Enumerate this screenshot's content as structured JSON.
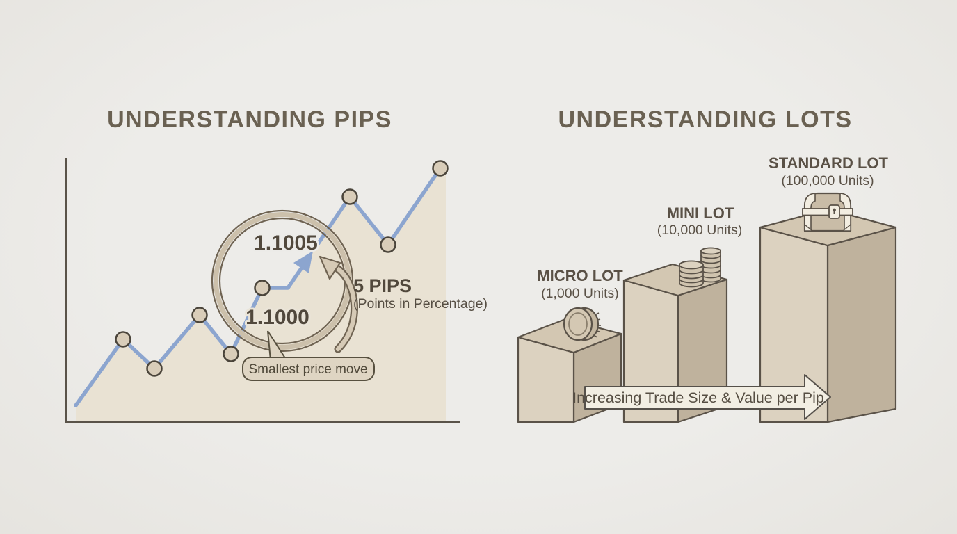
{
  "pips": {
    "title": "UNDERSTANDING PIPS",
    "price_high": "1.1005",
    "price_low": "1.1000",
    "pips_value": "5 PIPS",
    "pips_subtitle": "(Points in Percentage)",
    "callout_label": "Smallest price move"
  },
  "lots": {
    "title": "UNDERSTANDING LOTS",
    "items": [
      {
        "name": "MICRO LOT",
        "units": "(1,000 Units)",
        "icon": "coin-icon"
      },
      {
        "name": "MINI LOT",
        "units": "(10,000 Units)",
        "icon": "coin-stack-icon"
      },
      {
        "name": "STANDARD LOT",
        "units": "(100,000 Units)",
        "icon": "treasure-chest-icon"
      }
    ],
    "arrow_label": "Increasing Trade Size & Value per Pip"
  },
  "colors": {
    "background": "#ECEBE8",
    "ink": "#554F45",
    "title_text": "#6A6152",
    "line_blue": "#8CA5CF",
    "area_fill": "#E9E2D3",
    "dot_fill": "#D9CDB9",
    "ring_band": "#CCC0AB",
    "callout_fill": "#DFD5C3",
    "box_top": "#D3C7B2",
    "box_front": "#DCD2C0",
    "box_side": "#BFB29D",
    "banner_fill": "#F2EEE3",
    "chest_trim": "#F2EDE1"
  }
}
